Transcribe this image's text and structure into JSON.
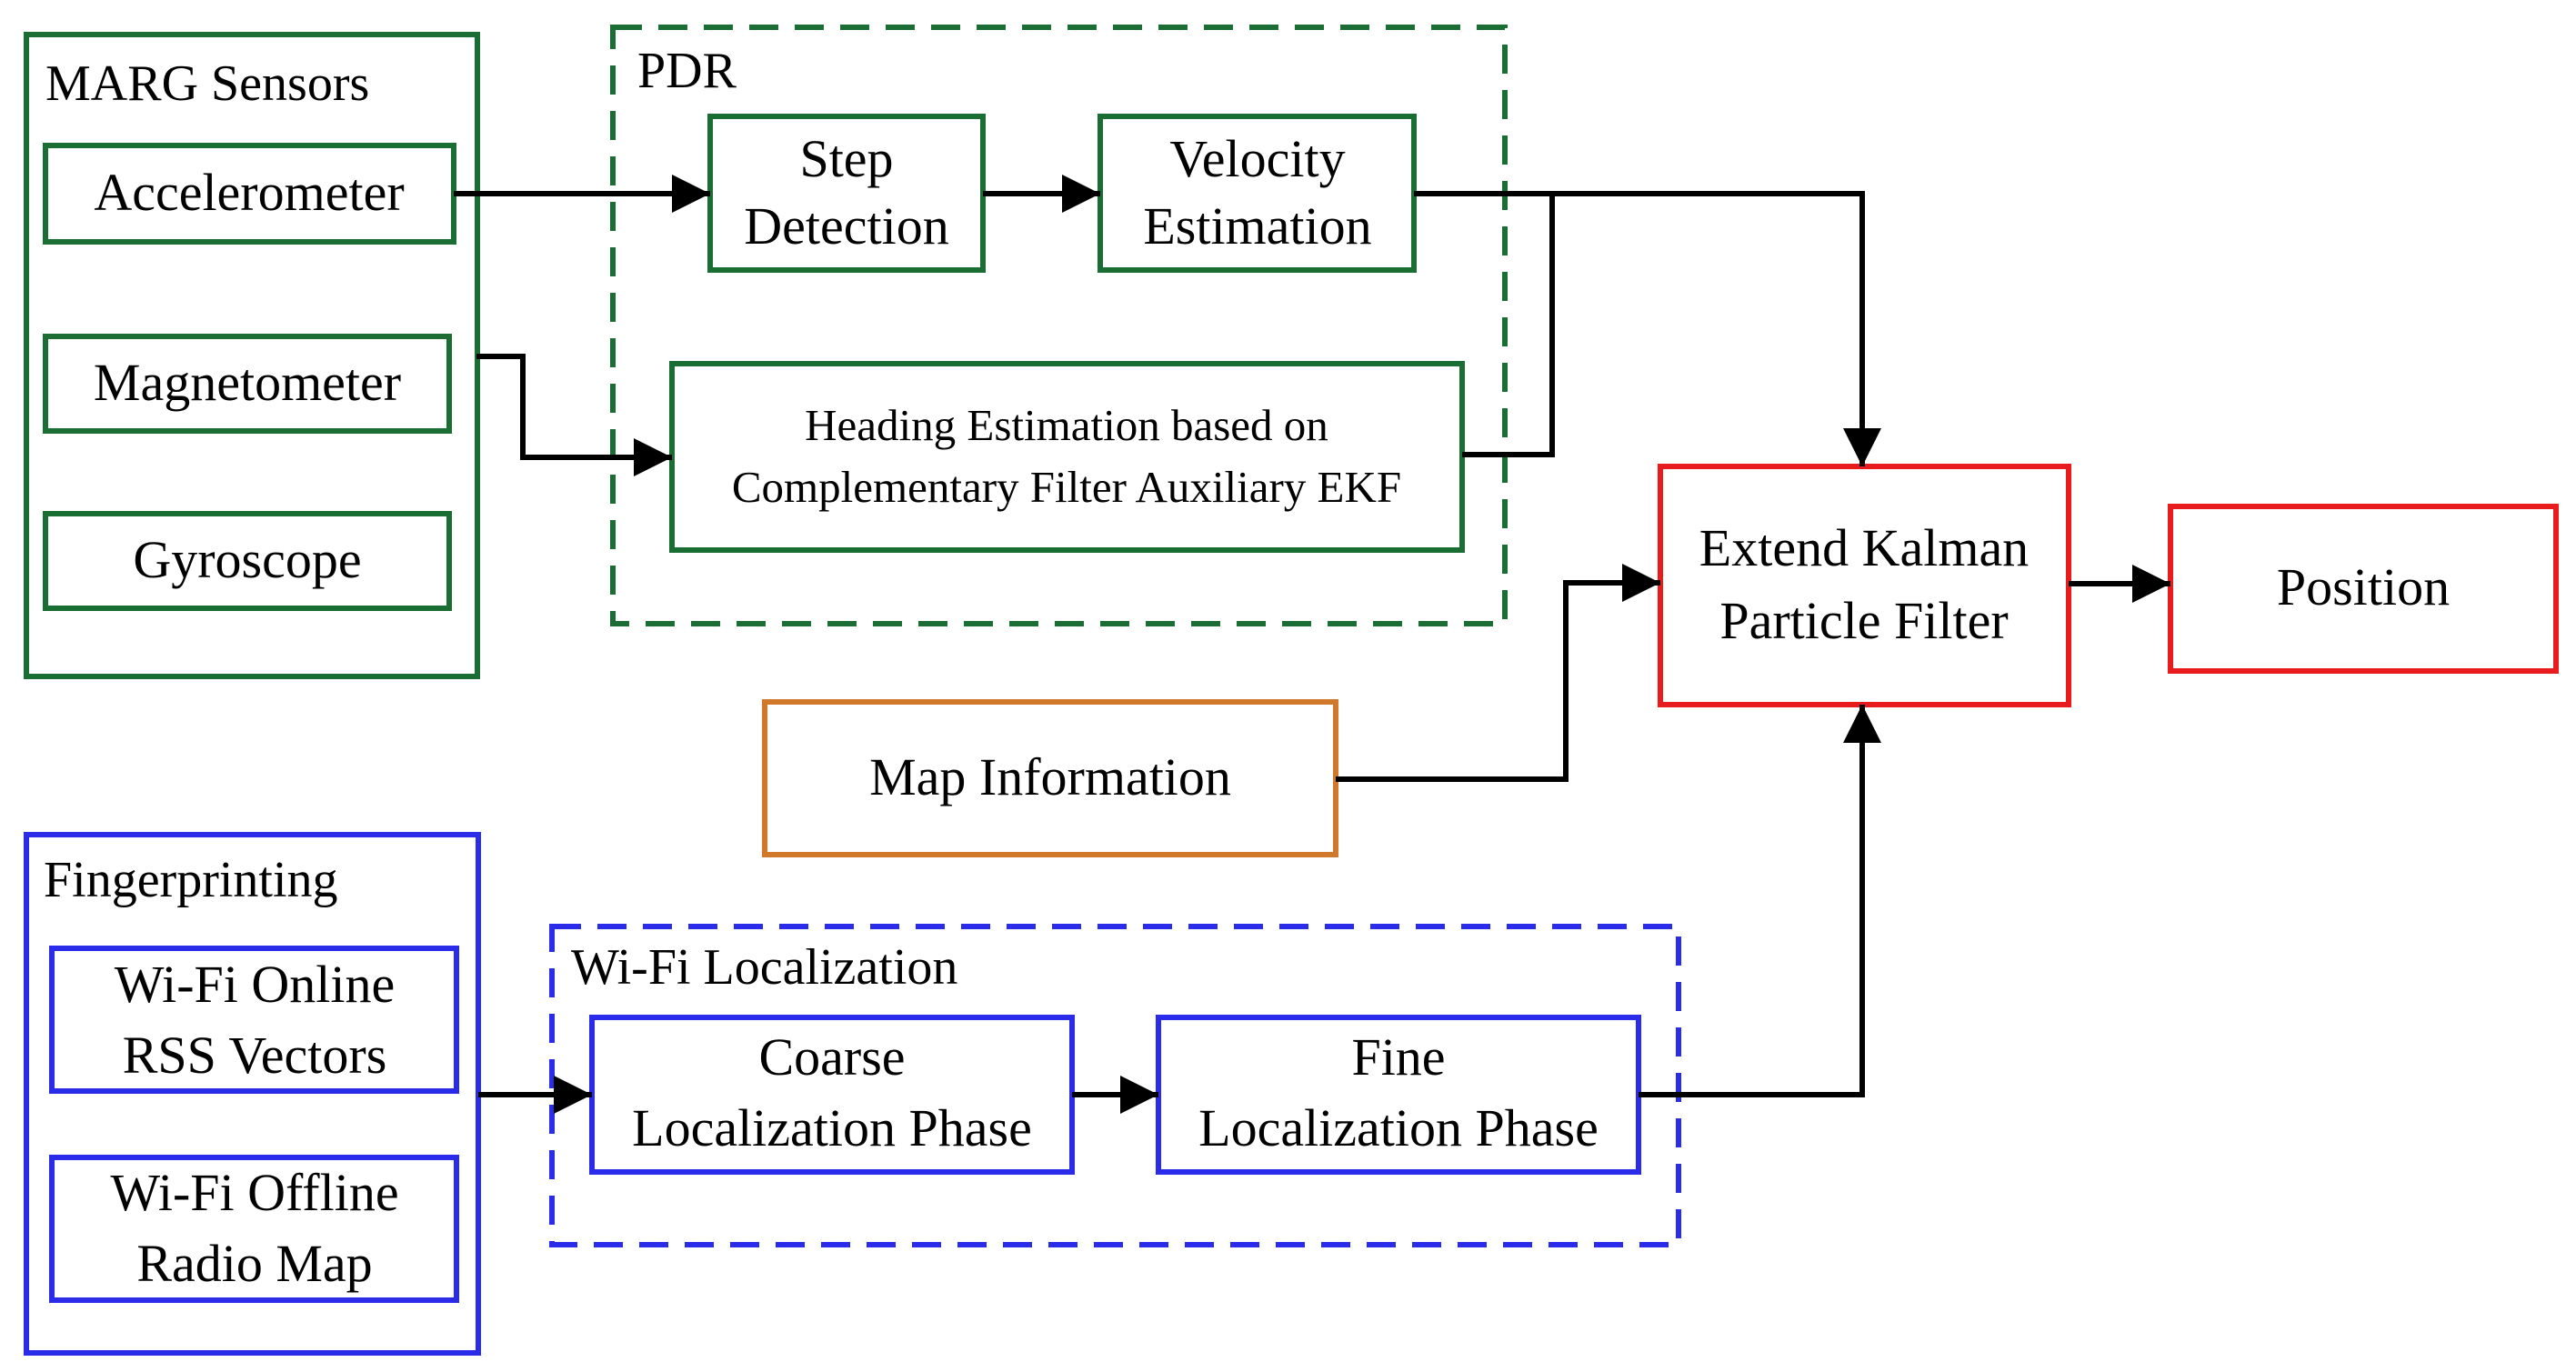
{
  "colors": {
    "marg": "#1b6e33",
    "wifi": "#2b2bea",
    "map": "#d2782a",
    "filter": "#e81c1c",
    "arrow": "#000000"
  },
  "marg": {
    "title": "MARG Sensors",
    "accelerometer": "Accelerometer",
    "magnetometer": "Magnetometer",
    "gyroscope": "Gyroscope"
  },
  "pdr": {
    "title": "PDR",
    "step_line1": "Step",
    "step_line2": "Detection",
    "velocity_line1": "Velocity",
    "velocity_line2": "Estimation",
    "heading_line1": "Heading Estimation based on",
    "heading_line2": "Complementary Filter Auxiliary EKF"
  },
  "map": {
    "label": "Map Information"
  },
  "fingerprinting": {
    "title": "Fingerprinting",
    "online_line1": "Wi-Fi Online",
    "online_line2": "RSS Vectors",
    "offline_line1": "Wi-Fi Offline",
    "offline_line2": "Radio Map"
  },
  "wifi_loc": {
    "title": "Wi-Fi Localization",
    "coarse_line1": "Coarse",
    "coarse_line2": "Localization Phase",
    "fine_line1": "Fine",
    "fine_line2": "Localization Phase"
  },
  "filter": {
    "line1": "Extend Kalman",
    "line2": "Particle Filter"
  },
  "position": {
    "label": "Position"
  }
}
